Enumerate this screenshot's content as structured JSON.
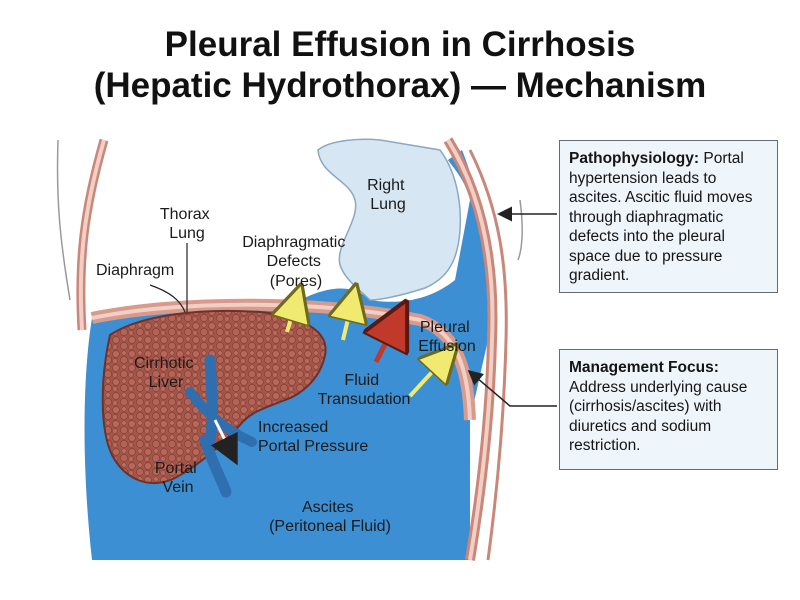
{
  "title": {
    "line1": "Pleural Effusion in Cirrhosis",
    "line2": "(Hepatic Hydrothorax) — Mechanism"
  },
  "labels": {
    "thorax_lung": [
      "Thorax",
      "Lung"
    ],
    "diaphragm": "Diaphragm",
    "diaphragmatic_defects": [
      "Diaphragmatic",
      "Defects",
      "(Pores)"
    ],
    "right_lung": [
      "Right",
      "Lung"
    ],
    "cirrhotic_liver": [
      "Cirrhotic",
      "Liver"
    ],
    "pleural_effusion": [
      "Pleural",
      "Effusion"
    ],
    "fluid_transudation": [
      "Fluid",
      "Transudation"
    ],
    "increased_portal_pressure": [
      "Increased",
      "Portal Pressure"
    ],
    "portal_vein": [
      "Portal",
      "Vein"
    ],
    "ascites": [
      "Ascites",
      "(Peritoneal Fluid)"
    ]
  },
  "pathophysiology": {
    "heading": "Pathophysiology:",
    "text": "Portal hypertension leads to ascites. Ascitic fluid moves through diaphragmatic defects into the pleural space due to pressure gradient."
  },
  "management": {
    "heading": "Management Focus:",
    "text": "Address underlying cause (cirrhosis/ascites) with diuretics and sodium restriction."
  },
  "colors": {
    "fluid_blue": "#3d8fd4",
    "lung_fill": "#d6e6f2",
    "liver_fill": "#a8584a",
    "tissue_pink": "#e3a394",
    "vein_blue": "#2f6fb0",
    "arrow_yellow": "#f0ea70",
    "arrow_red": "#c0392b",
    "box_bg": "#eef5fb"
  }
}
